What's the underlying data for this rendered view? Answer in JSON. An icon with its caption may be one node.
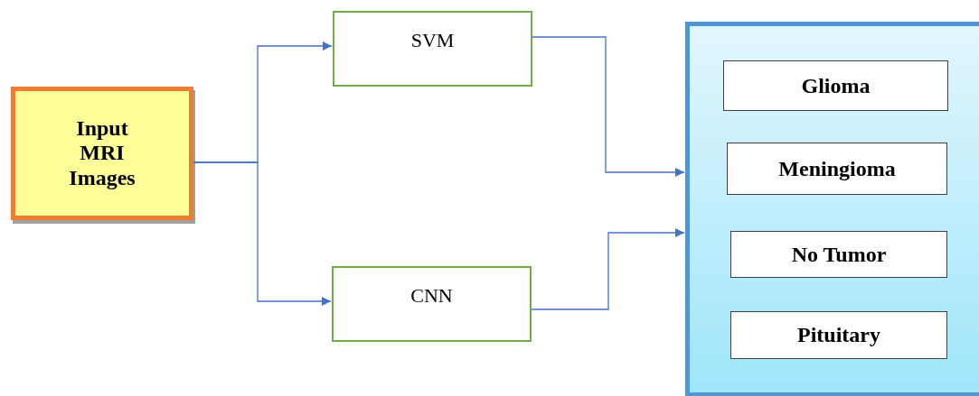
{
  "diagram": {
    "nodes": [
      {
        "text": [
          "Input MRI Images"
        ]
      },
      {
        "text": [
          "SVM"
        ]
      },
      {
        "text": [
          "CNN"
        ]
      },
      {
        "text": [],
        "shape": "box"
      },
      {
        "text": [
          "Glioma"
        ],
        "in": 3
      },
      {
        "text": [
          "Meningioma"
        ],
        "in": 3
      },
      {
        "text": [
          "No Tumor"
        ],
        "in": 3
      },
      {
        "text": [
          "Pituitary"
        ],
        "in": 3
      }
    ],
    "edges": [
      {
        "from": 0,
        "to": 1,
        "arrow": "to"
      },
      {
        "from": 0,
        "to": 2,
        "arrow": "to"
      },
      {
        "from": 1,
        "to": 3,
        "arrow": "to"
      },
      {
        "from": 2,
        "to": 3,
        "arrow": "to"
      }
    ]
  }
}
